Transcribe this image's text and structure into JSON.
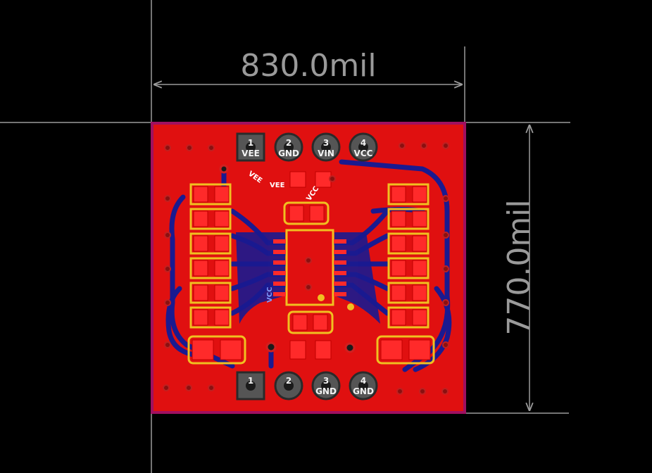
{
  "board": {
    "width_dim": "830.0mil",
    "height_dim": "770.0mil"
  },
  "top_header": {
    "pins": [
      {
        "num": "1",
        "name": "VEE"
      },
      {
        "num": "2",
        "name": "GND"
      },
      {
        "num": "3",
        "name": "VIN"
      },
      {
        "num": "4",
        "name": "VCC"
      }
    ]
  },
  "bottom_header": {
    "pins": [
      {
        "num": "1",
        "name": ""
      },
      {
        "num": "2",
        "name": ""
      },
      {
        "num": "3",
        "name": "GND"
      },
      {
        "num": "4",
        "name": "GND"
      }
    ]
  },
  "silk": {
    "vee_a": "VEE",
    "vee_b": "VEE",
    "vcc_a": "VCC",
    "vcc_side": "VCC"
  },
  "colors": {
    "background": "#000000",
    "copper_top": "#e01010",
    "copper_bottom": "#1a1a90",
    "silkscreen": "#f0c020",
    "outline": "#a01060",
    "dimension": "#9a9a9a"
  }
}
